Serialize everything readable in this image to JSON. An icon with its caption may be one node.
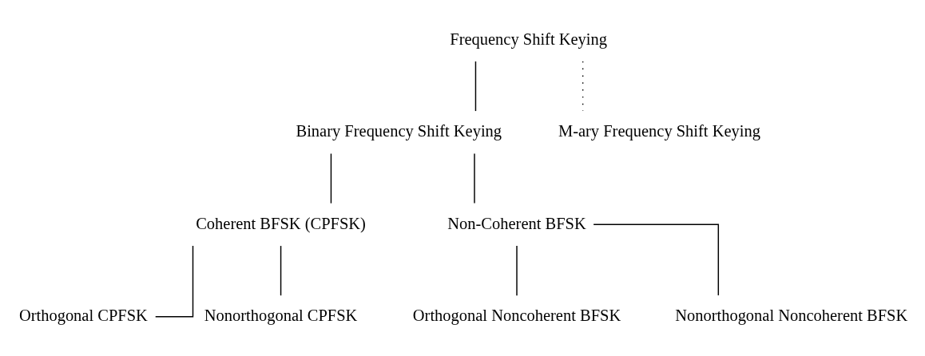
{
  "diagram": {
    "nodes": [
      {
        "text": [
          "Frequency Shift Keying"
        ]
      },
      {
        "text": [
          "Binary Frequency Shift Keying"
        ]
      },
      {
        "text": [
          "M-ary Frequency Shift Keying"
        ]
      },
      {
        "text": [
          "Coherent BFSK (CPFSK)"
        ]
      },
      {
        "text": [
          "Non-Coherent BFSK"
        ]
      },
      {
        "text": [
          "Orthogonal CPFSK"
        ]
      },
      {
        "text": [
          "Nonorthogonal CPFSK"
        ]
      },
      {
        "text": [
          "Orthogonal Noncoherent BFSK"
        ]
      },
      {
        "text": [
          "Nonorthogonal Noncoherent BFSK"
        ]
      }
    ],
    "edges": [
      {
        "from": 0,
        "to": 1,
        "arrow": "none"
      },
      {
        "from": 0,
        "to": 2,
        "arrow": "none",
        "style": "dashed"
      },
      {
        "from": 1,
        "to": 3,
        "arrow": "none"
      },
      {
        "from": 1,
        "to": 4,
        "arrow": "none"
      },
      {
        "from": 3,
        "to": 5,
        "arrow": "none"
      },
      {
        "from": 3,
        "to": 6,
        "arrow": "none"
      },
      {
        "from": 4,
        "to": 7,
        "arrow": "none"
      },
      {
        "from": 4,
        "to": 8,
        "arrow": "none"
      }
    ]
  }
}
